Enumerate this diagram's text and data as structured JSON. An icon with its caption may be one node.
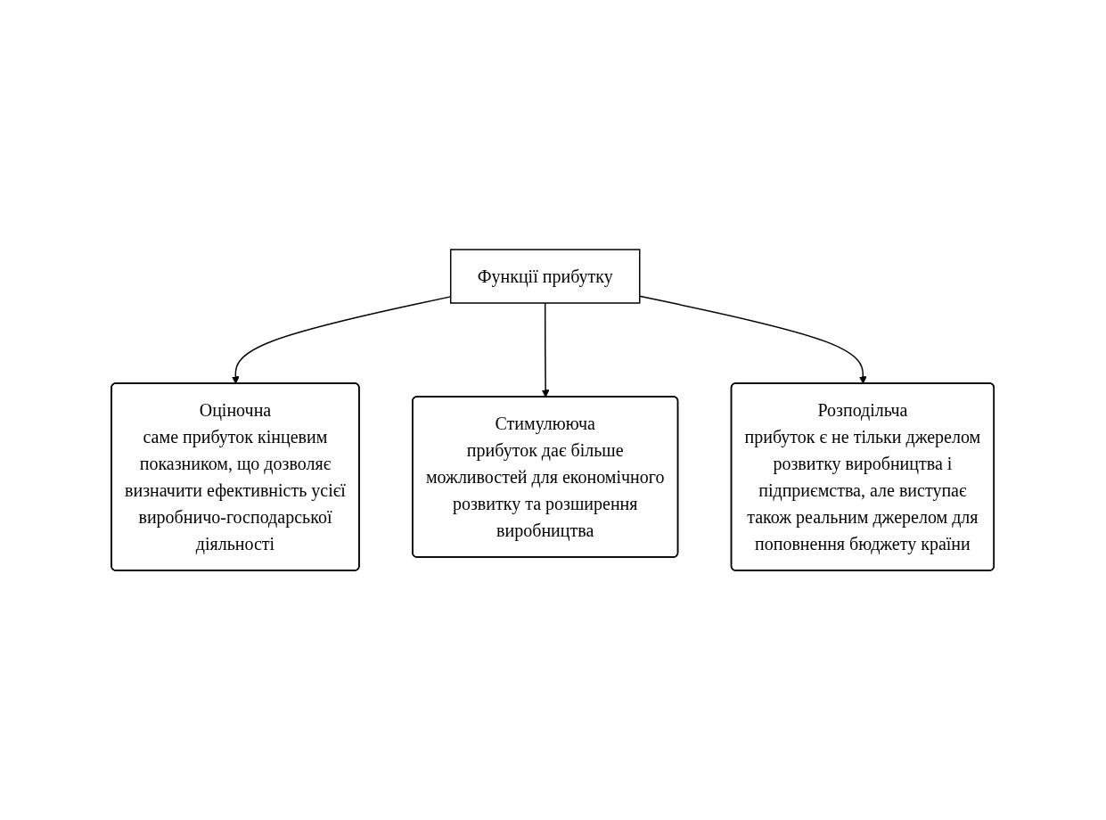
{
  "diagram": {
    "nodes": [
      {
        "text": [
          "Функції прибутку"
        ]
      },
      {
        "text": [
          "Оціночна",
          "саме прибуток кінцевим показником, що дозволяє визначити ефективність усієї виробничо-господарської діяльності"
        ]
      },
      {
        "text": [
          "Стимулююча",
          "прибуток дає більше можливостей для економічного розвитку та розширення виробництва"
        ]
      },
      {
        "text": [
          "Розподільча",
          "прибуток є не тільки джерелом розвитку виробництва і підприємства, але виступає також реальним джерелом для поповнення бюджету країни"
        ]
      }
    ],
    "edges": [
      {
        "from": 0,
        "to": 1,
        "arrow": "to"
      },
      {
        "from": 0,
        "to": 2,
        "arrow": "to"
      },
      {
        "from": 0,
        "to": 3,
        "arrow": "to"
      }
    ]
  }
}
